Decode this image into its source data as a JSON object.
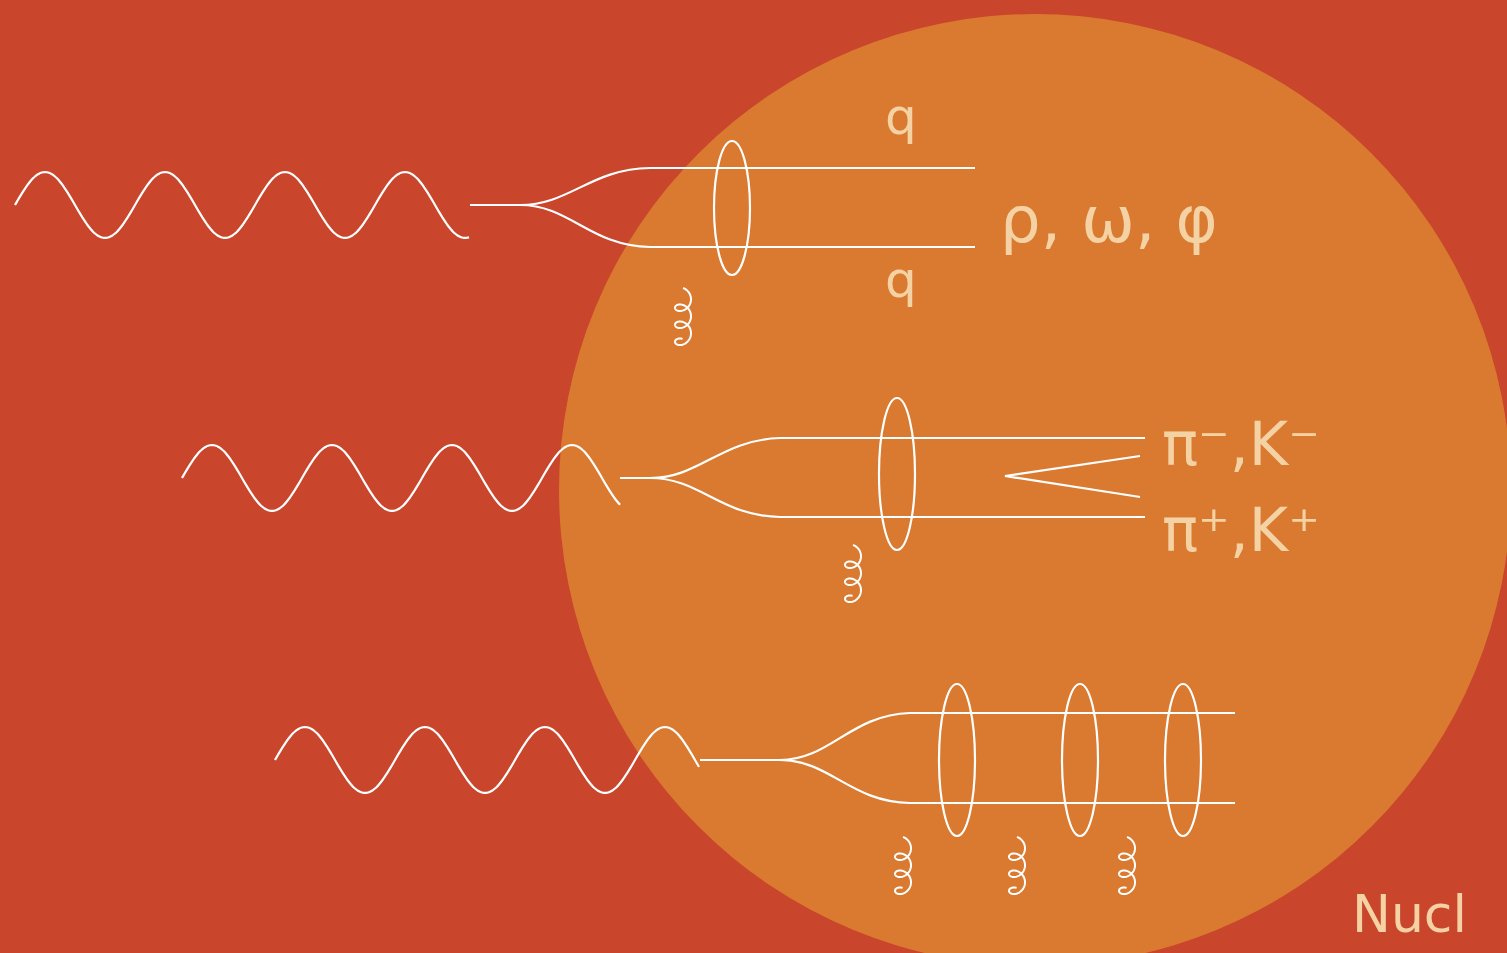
{
  "diagram": {
    "labels": [
      "q",
      "q",
      "ρ, ω, φ",
      "π⁻,K⁻",
      "π⁺,K⁺",
      "Nucl"
    ]
  }
}
